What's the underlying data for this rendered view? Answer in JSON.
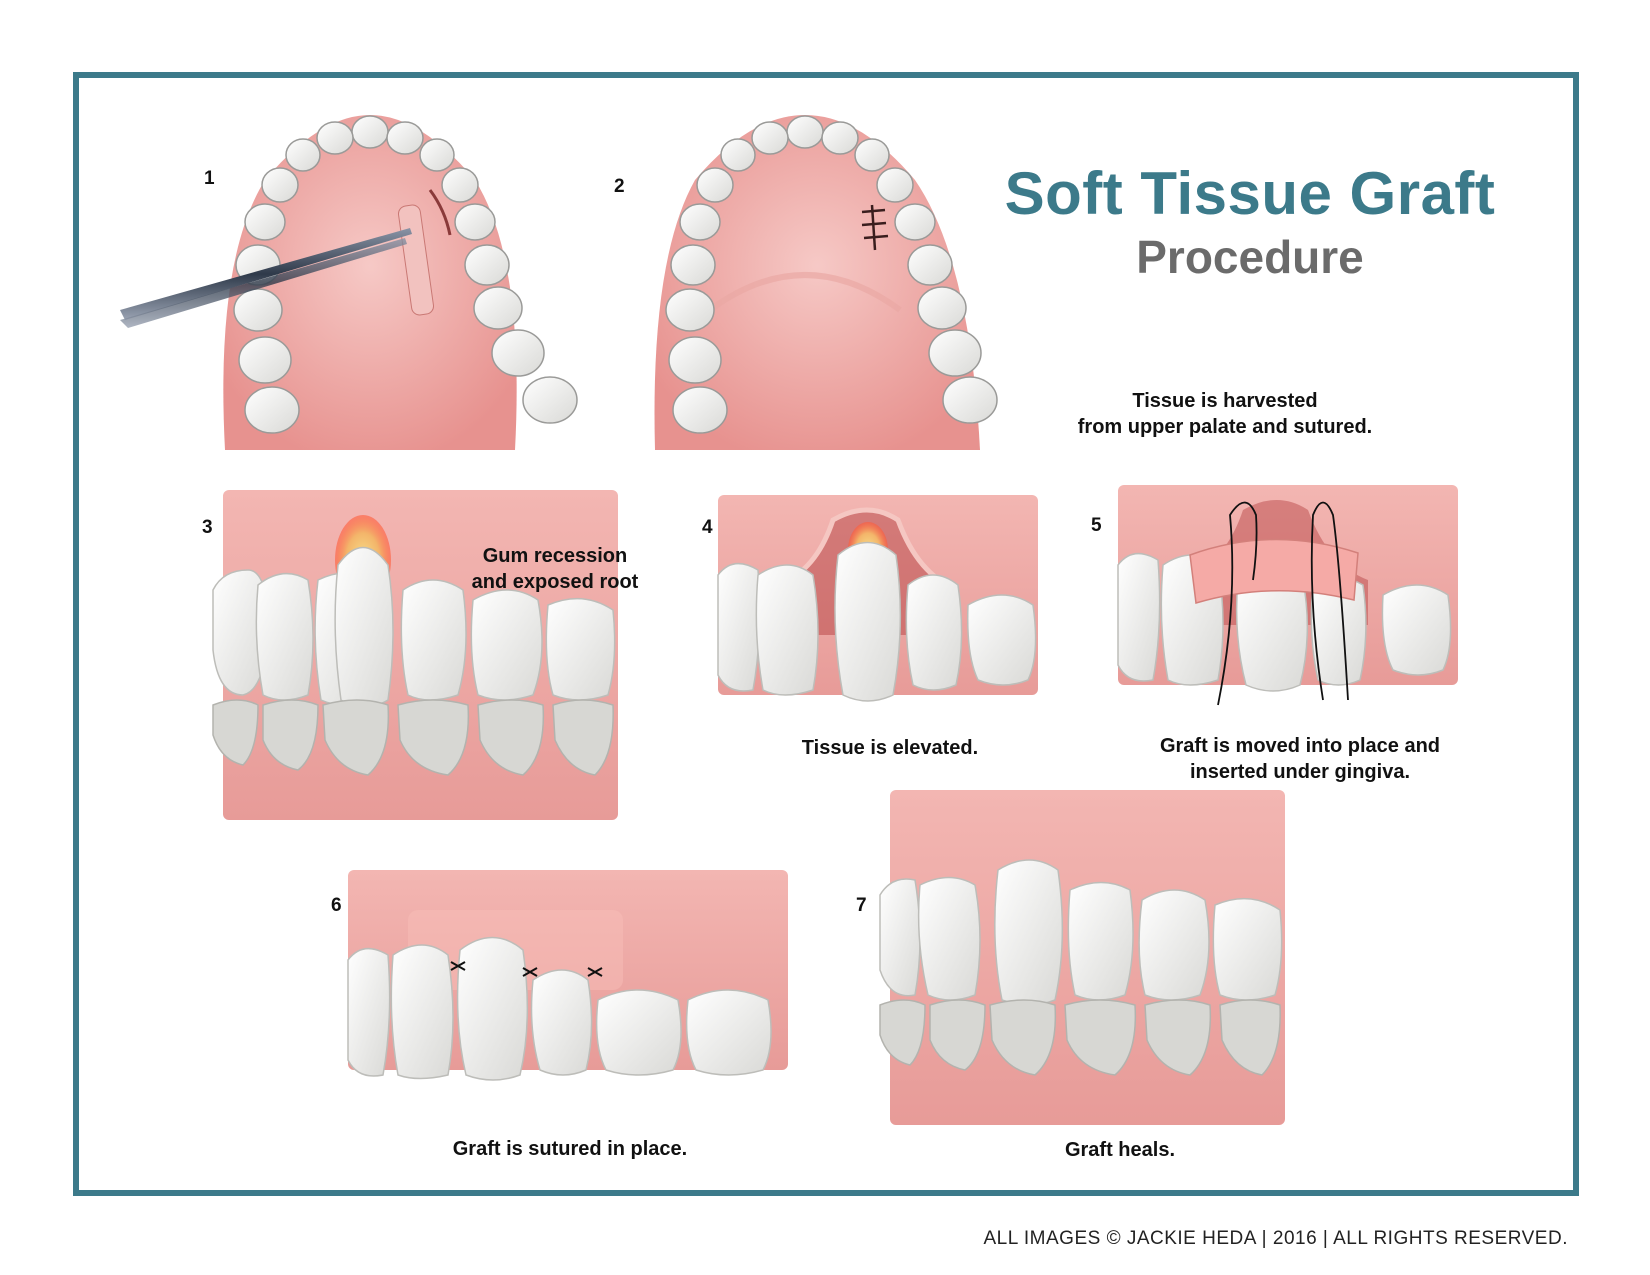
{
  "title": {
    "line1": "Soft Tissue Graft",
    "line2": "Procedure"
  },
  "steps": [
    {
      "number": "1",
      "caption_lines": []
    },
    {
      "number": "2",
      "caption_lines": [
        "Tissue is harvested",
        "from upper palate and sutured."
      ]
    },
    {
      "number": "3",
      "caption_lines": [
        "Gum recession",
        "and exposed root"
      ]
    },
    {
      "number": "4",
      "caption_lines": [
        "Tissue is elevated."
      ]
    },
    {
      "number": "5",
      "caption_lines": [
        "Graft is moved into place and",
        "inserted under gingiva."
      ]
    },
    {
      "number": "6",
      "caption_lines": [
        "Graft is sutured in place."
      ]
    },
    {
      "number": "7",
      "caption_lines": [
        "Graft heals."
      ]
    }
  ],
  "footer": "ALL IMAGES © JACKIE HEDA | 2016 | ALL RIGHTS RESERVED.",
  "colors": {
    "frame": "#3c7a8a",
    "title": "#3c7a8a",
    "subtitle": "#6b6b6b",
    "gum": "#e89b9b",
    "tooth": "#f4f4f2"
  }
}
